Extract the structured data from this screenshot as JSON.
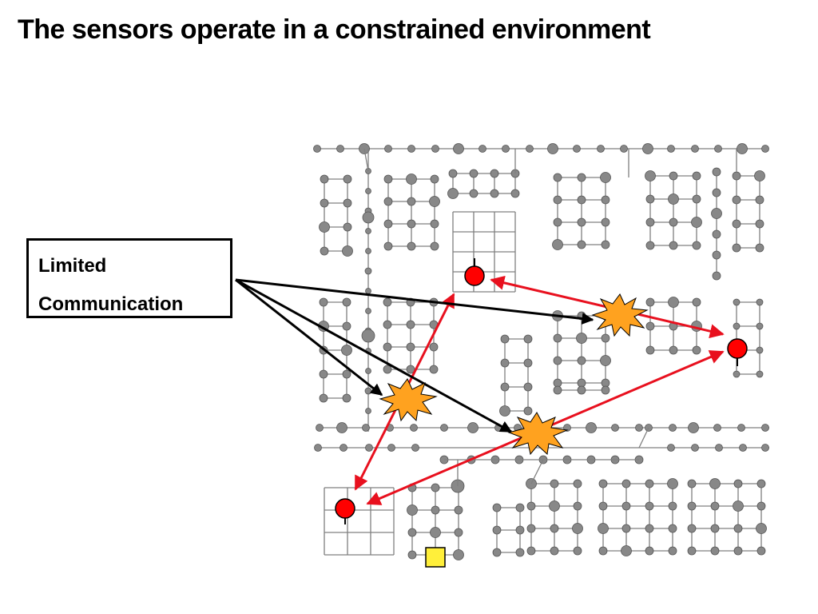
{
  "slide": {
    "title": "The sensors operate in a constrained environment"
  },
  "callout": {
    "line1": "Limited",
    "line2": "Communication"
  },
  "legend_colors": {
    "sensor": "#ff0000",
    "link": "#e8101e",
    "obstacle": "#ffa21f",
    "base_station": "#ffef3a",
    "grid": "#808080",
    "arrow": "#000000"
  }
}
